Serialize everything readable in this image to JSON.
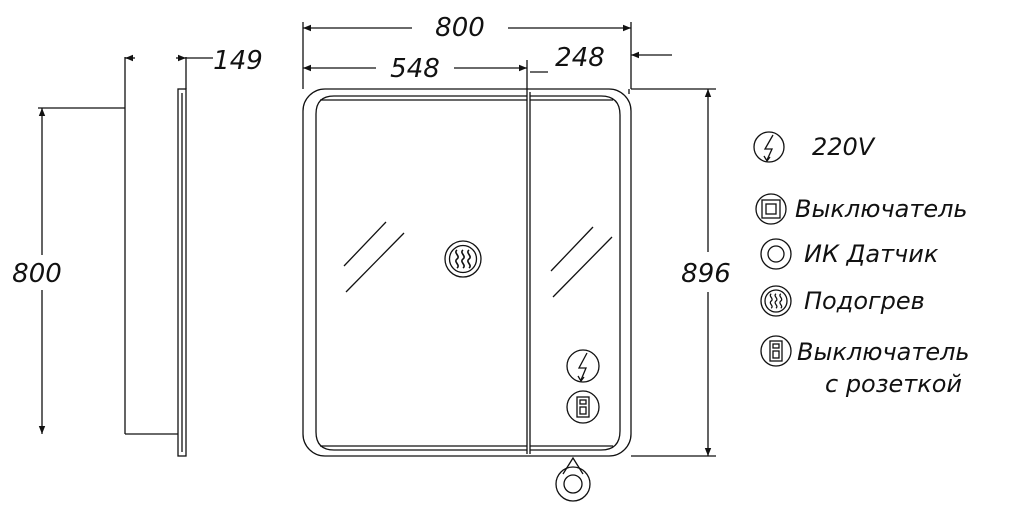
{
  "dimensions": {
    "total_width": "800",
    "left_section_width": "548",
    "right_section_width": "248",
    "depth": "149",
    "side_height": "800",
    "total_height": "896"
  },
  "legend": {
    "items": [
      {
        "icon": "lightning-icon",
        "label": "220V"
      },
      {
        "icon": "switch-icon",
        "label": "Выключатель"
      },
      {
        "icon": "ir-sensor-icon",
        "label": "ИК  Датчик"
      },
      {
        "icon": "heating-icon",
        "label": "Подогрев"
      },
      {
        "icon": "switch-socket-icon",
        "label": "Выключатель",
        "label_line2": "с  розеткой"
      }
    ]
  }
}
